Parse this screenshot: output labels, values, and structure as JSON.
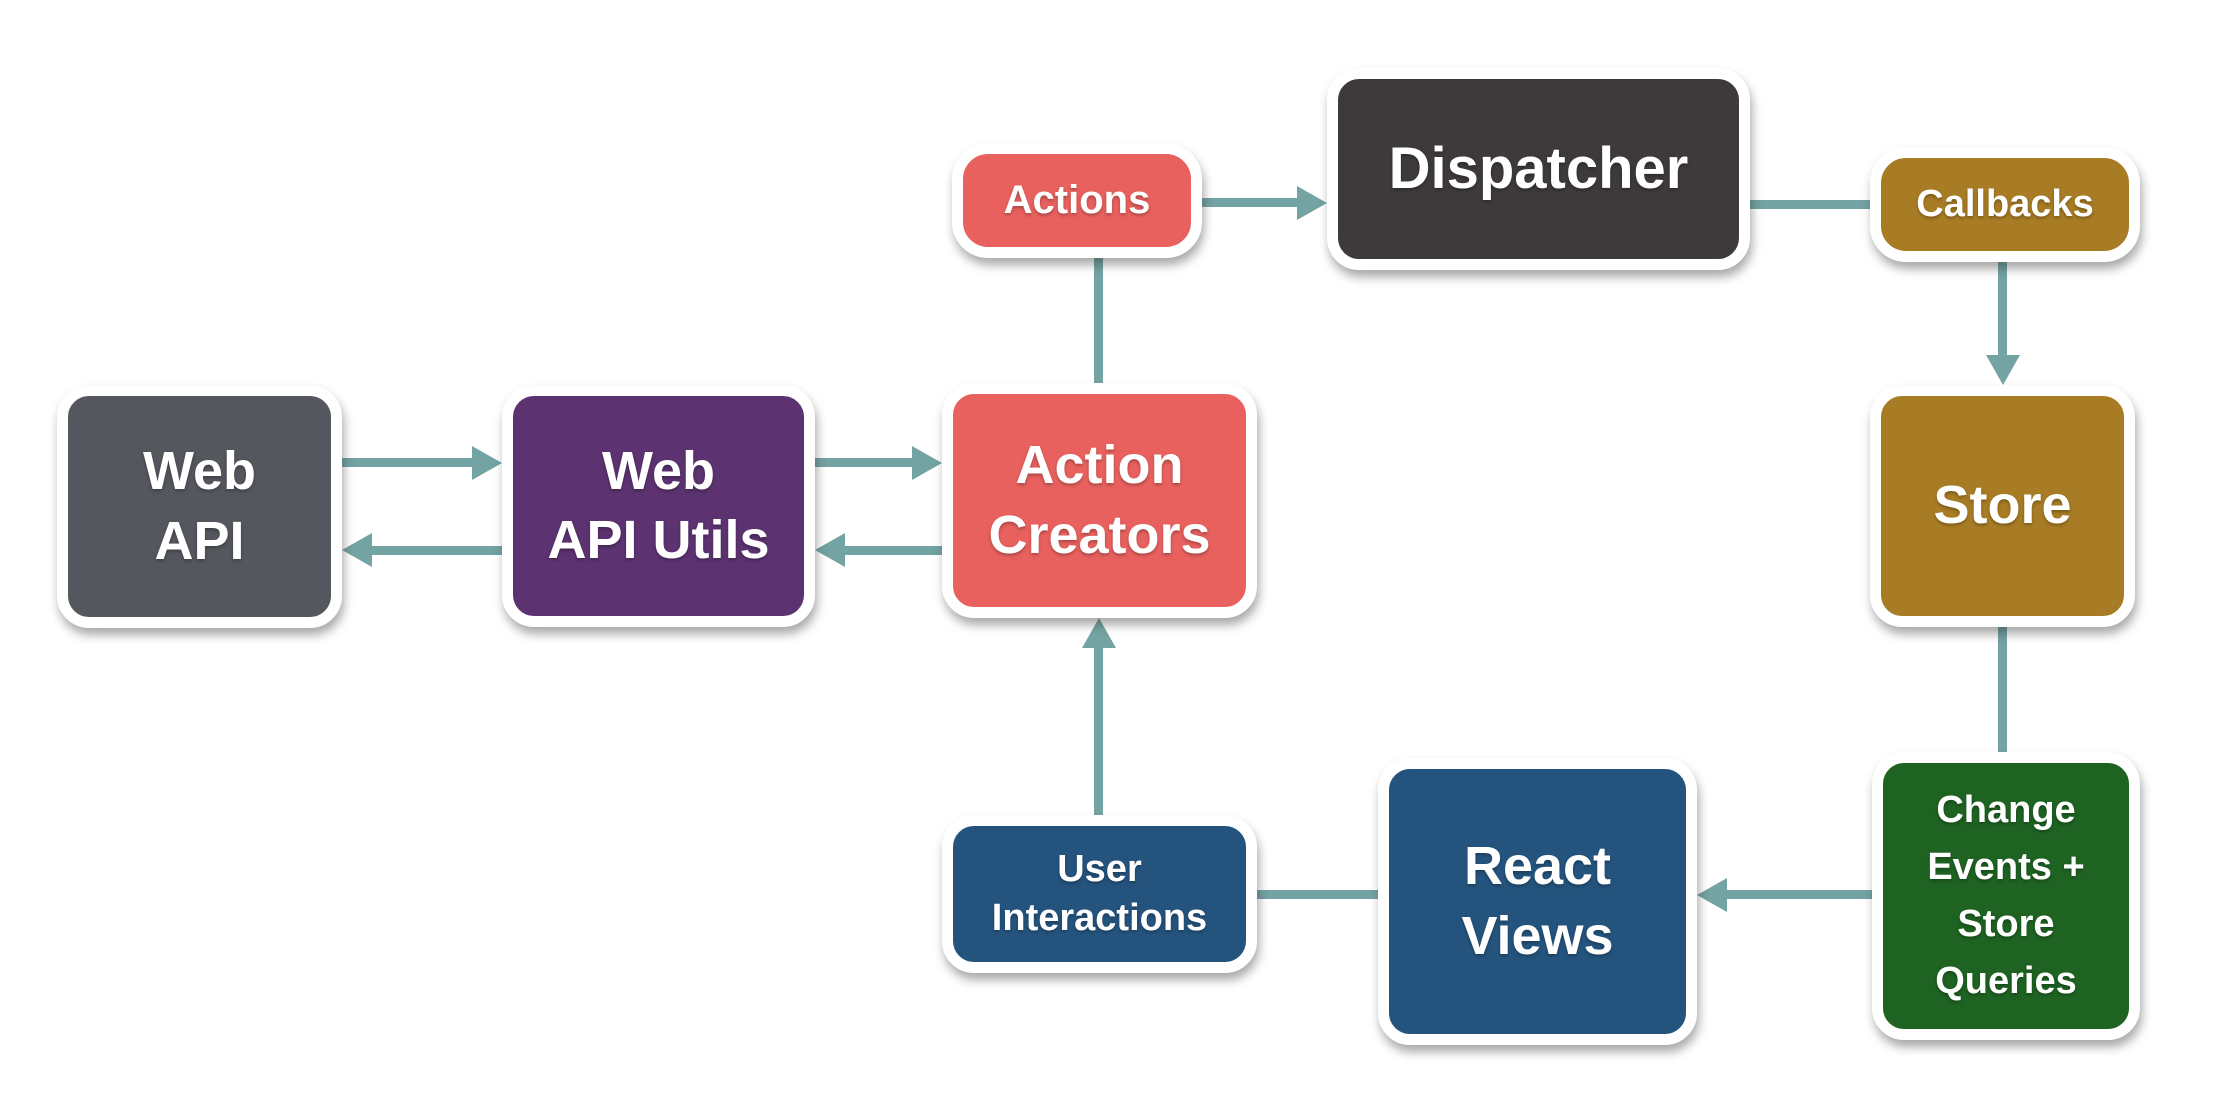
{
  "diagram": {
    "type": "flowchart",
    "subject": "Flux application architecture"
  },
  "colors": {
    "background": "#ffffff",
    "connector": "#74a3a4",
    "node_border": "#ffffff",
    "label_text": "#ffffff",
    "gray": "#54575d",
    "dark_gray": "#3e3a3b",
    "salmon": "#e8615e",
    "purple": "#5c3370",
    "gold": "#a87c24",
    "green": "#1e6322",
    "blue": "#24547e"
  },
  "nodes": {
    "web_api": {
      "label": "Web\nAPI",
      "color": "#54575d"
    },
    "web_api_utils": {
      "label": "Web\nAPI Utils",
      "color": "#5c3370"
    },
    "action_creators": {
      "label": "Action\nCreators",
      "color": "#e8615e"
    },
    "actions": {
      "label": "Actions",
      "color": "#e8615e"
    },
    "dispatcher": {
      "label": "Dispatcher",
      "color": "#3e3a3b"
    },
    "callbacks": {
      "label": "Callbacks",
      "color": "#a87c24"
    },
    "store": {
      "label": "Store",
      "color": "#a87c24"
    },
    "change_events": {
      "label": "Change\nEvents +\nStore\nQueries",
      "color": "#1e6322"
    },
    "react_views": {
      "label": "React\nViews",
      "color": "#24547e"
    },
    "user_interactions": {
      "label": "User\nInteractions",
      "color": "#24547e"
    }
  },
  "edges": [
    {
      "from": "Web API",
      "to": "Web API Utils",
      "arrowhead": true
    },
    {
      "from": "Web API Utils",
      "to": "Web API",
      "arrowhead": true
    },
    {
      "from": "Web API Utils",
      "to": "Action Creators",
      "arrowhead": true
    },
    {
      "from": "Action Creators",
      "to": "Web API Utils",
      "arrowhead": true
    },
    {
      "from": "Action Creators",
      "to": "Actions",
      "arrowhead": false
    },
    {
      "from": "Actions",
      "to": "Dispatcher",
      "arrowhead": true
    },
    {
      "from": "Dispatcher",
      "to": "Callbacks",
      "arrowhead": false
    },
    {
      "from": "Callbacks",
      "to": "Store",
      "arrowhead": true
    },
    {
      "from": "Store",
      "to": "Change Events + Store Queries",
      "arrowhead": false
    },
    {
      "from": "Change Events + Store Queries",
      "to": "React Views",
      "arrowhead": true
    },
    {
      "from": "React Views",
      "to": "User Interactions",
      "arrowhead": false
    },
    {
      "from": "User Interactions",
      "to": "Action Creators",
      "arrowhead": true
    }
  ]
}
